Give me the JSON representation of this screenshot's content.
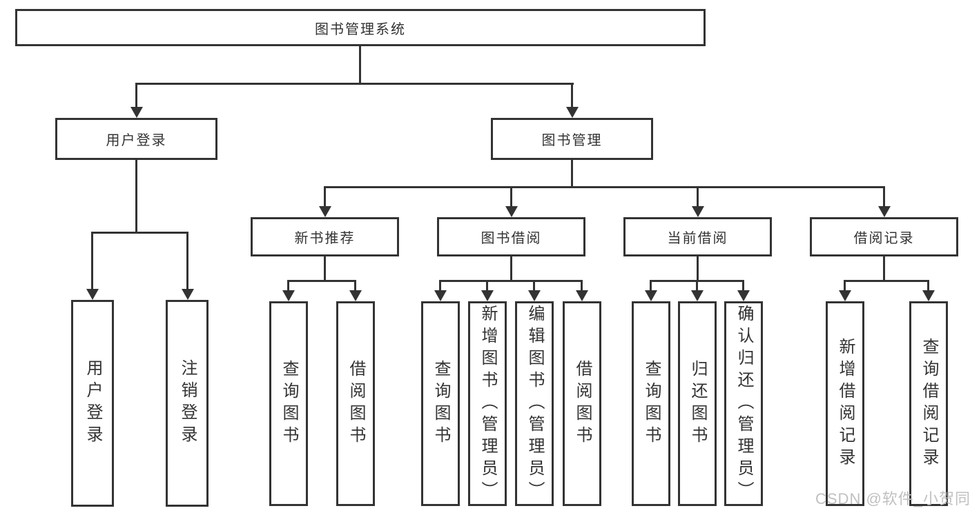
{
  "root": {
    "label": "图书管理系统"
  },
  "level2": [
    {
      "label": "用户登录"
    },
    {
      "label": "图书管理"
    }
  ],
  "level3": [
    {
      "label": "新书推荐"
    },
    {
      "label": "图书借阅"
    },
    {
      "label": "当前借阅"
    },
    {
      "label": "借阅记录"
    }
  ],
  "leaves": {
    "user_login": [
      "用户登录",
      "注销登录"
    ],
    "new_book_recommend": [
      "查询图书",
      "借阅图书"
    ],
    "book_borrow": [
      "查询图书",
      "新增图书（管理员）",
      "编辑图书（管理员）",
      "借阅图书"
    ],
    "current_borrow": [
      "查询图书",
      "归还图书",
      "确认归还（管理员）"
    ],
    "borrow_record": [
      "新增借阅记录",
      "查询借阅记录"
    ]
  },
  "watermark": {
    "text": "CSDN @软件_小贺同学"
  },
  "colors": {
    "line": "#333333",
    "text": "#333333",
    "background": "#ffffff",
    "watermark": "#c0c0c0"
  }
}
